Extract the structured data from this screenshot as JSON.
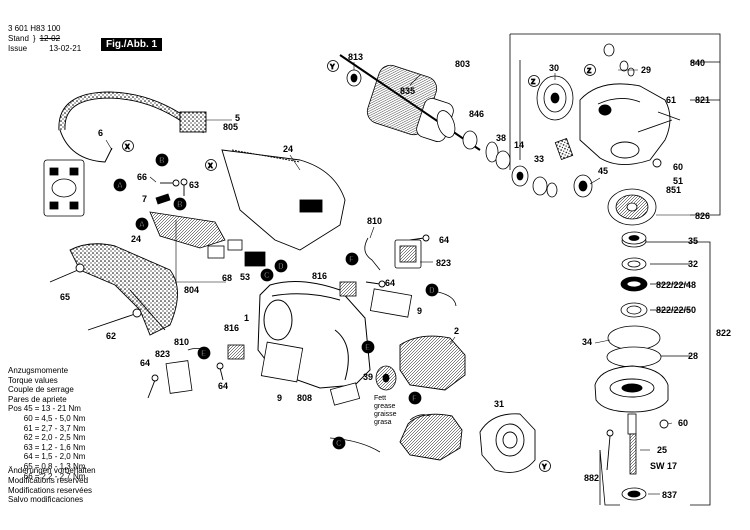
{
  "header": {
    "doc_number": "3 601 H83 100",
    "stand_label": "Stand",
    "issue_label": "Issue",
    "stand_date": "12-02",
    "issue_date": "13-02-21",
    "figure_label": "Fig./Abb. 1"
  },
  "torque": {
    "headings": [
      "Anzugsmomente",
      "Torque values",
      "Couple de serrage",
      "Pares de apriete"
    ],
    "pos_label": "Pos",
    "rows": [
      {
        "pos": "45",
        "value": "13 - 21 Nm"
      },
      {
        "pos": "60",
        "value": "4,5 - 5,0 Nm"
      },
      {
        "pos": "61",
        "value": "2,7 - 3,7 Nm"
      },
      {
        "pos": "62",
        "value": "2,0 - 2,5 Nm"
      },
      {
        "pos": "63",
        "value": "1,2 - 1,6 Nm"
      },
      {
        "pos": "64",
        "value": "1,5 - 2,0 Nm"
      },
      {
        "pos": "65",
        "value": "0,8 - 1,3 Nm"
      },
      {
        "pos": "66",
        "value": "2,2 - 2,7 Nm"
      }
    ]
  },
  "changes": [
    "Änderungen vorbehalten",
    "Modifications reserved",
    "Modifications reservées",
    "Salvo modificaciones"
  ],
  "grease_note": [
    "Fett",
    "grease",
    "graisse",
    "grasa"
  ],
  "wrench_note": "SW 17",
  "part_labels": {
    "p813": "813",
    "p803": "803",
    "p835": "835",
    "p30": "30",
    "p840": "840",
    "p29": "29",
    "p5": "5",
    "p805": "805",
    "p821": "821",
    "p61": "61",
    "p846": "846",
    "p38": "38",
    "p14": "14",
    "p33": "33",
    "p60a": "60",
    "p51": "51",
    "p851": "851",
    "p45": "45",
    "p826": "826",
    "p6": "6",
    "p24a": "24",
    "p66": "66",
    "p63": "63",
    "p7": "7",
    "p24b": "24",
    "p810a": "810",
    "p64a": "64",
    "p823a": "823",
    "p816a": "816",
    "p64b": "64",
    "p53": "53",
    "p68": "68",
    "p804": "804",
    "p65": "65",
    "p62": "62",
    "p1": "1",
    "p9a": "9",
    "p2": "2",
    "p34": "34",
    "p28": "28",
    "p822": "822",
    "p35": "35",
    "p32": "32",
    "p822_22_48": "822/22/48",
    "p822_22_50": "822/22/50",
    "p810b": "810",
    "p816b": "816",
    "p823b": "823",
    "p64c": "64",
    "p64d": "64",
    "p9b": "9",
    "p808": "808",
    "p39": "39",
    "p31": "31",
    "p60b": "60",
    "p25": "25",
    "p882": "882",
    "p837": "837"
  },
  "connectors": {
    "A1": "A",
    "A2": "A",
    "B1": "B",
    "B2": "B",
    "C1": "C",
    "C2": "C",
    "D1": "D",
    "D2": "D",
    "E1": "E",
    "E2": "E",
    "F1": "F",
    "F2": "F",
    "X1": "X",
    "X2": "X",
    "Y1": "Y",
    "Y2": "Y",
    "Z1": "Z",
    "Z2": "Z"
  }
}
